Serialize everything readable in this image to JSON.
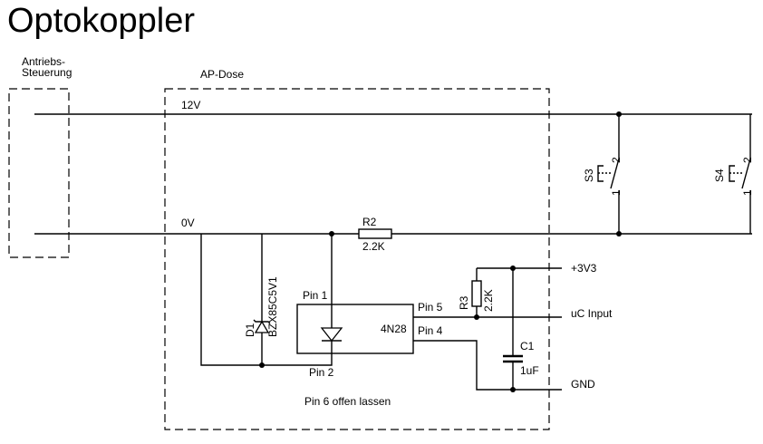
{
  "title": "Optokoppler",
  "blocks": {
    "drive_control": "Antriebs-\nSteuerung",
    "drive_control_line1": "Antriebs-",
    "drive_control_line2": "Steuerung",
    "ap_box": "AP-Dose"
  },
  "nets": {
    "v12": "12V",
    "v0": "0V",
    "vcc": "+3V3",
    "uc_input": "uC Input",
    "gnd": "GND"
  },
  "components": {
    "r2": {
      "ref": "R2",
      "value": "2.2K"
    },
    "r3": {
      "ref": "R3",
      "value": "2.2K"
    },
    "c1": {
      "ref": "C1",
      "value": "1uF"
    },
    "d1": {
      "ref": "D1",
      "value": "BZX85C5V1"
    },
    "optocoupler": {
      "ref": "4N28",
      "pin1": "Pin 1",
      "pin2": "Pin 2",
      "pin4": "Pin 4",
      "pin5": "Pin 5"
    },
    "s3": {
      "ref": "S3",
      "pin_top": "2",
      "pin_bottom": "1"
    },
    "s4": {
      "ref": "S4",
      "pin_top": "2",
      "pin_bottom": "1"
    }
  },
  "note": "Pin 6 offen lassen"
}
